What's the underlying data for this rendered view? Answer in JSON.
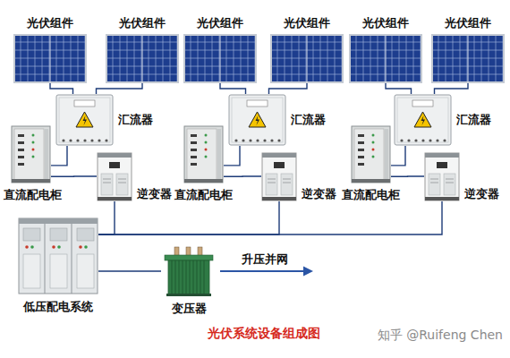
{
  "diagram": {
    "caption": "光伏系统设备组成图",
    "nodes": [
      {
        "text": [
          "光伏组件"
        ]
      },
      {
        "text": [
          "光伏组件"
        ]
      },
      {
        "text": [
          "光伏组件"
        ]
      },
      {
        "text": [
          "光伏组件"
        ]
      },
      {
        "text": [
          "光伏组件"
        ]
      },
      {
        "text": [
          "光伏组件"
        ]
      },
      {
        "text": [
          "汇流器"
        ]
      },
      {
        "text": [
          "汇流器"
        ]
      },
      {
        "text": [
          "汇流器"
        ]
      },
      {
        "text": [
          "直流配电柜"
        ]
      },
      {
        "text": [
          "直流配电柜"
        ]
      },
      {
        "text": [
          "直流配电柜"
        ]
      },
      {
        "text": [
          "逆变器"
        ]
      },
      {
        "text": [
          "逆变器"
        ]
      },
      {
        "text": [
          "逆变器"
        ]
      },
      {
        "text": [
          "低压配电系统"
        ]
      },
      {
        "text": [
          "变压器"
        ]
      }
    ],
    "edges": [
      {
        "from": 0,
        "to": 6,
        "arrow": "none"
      },
      {
        "from": 1,
        "to": 6,
        "arrow": "none"
      },
      {
        "from": 2,
        "to": 7,
        "arrow": "none"
      },
      {
        "from": 3,
        "to": 7,
        "arrow": "none"
      },
      {
        "from": 4,
        "to": 8,
        "arrow": "none"
      },
      {
        "from": 5,
        "to": 8,
        "arrow": "none"
      },
      {
        "from": 6,
        "to": 9,
        "arrow": "none"
      },
      {
        "from": 7,
        "to": 10,
        "arrow": "none"
      },
      {
        "from": 8,
        "to": 11,
        "arrow": "none"
      },
      {
        "from": 9,
        "to": 12,
        "arrow": "none"
      },
      {
        "from": 10,
        "to": 13,
        "arrow": "none"
      },
      {
        "from": 11,
        "to": 14,
        "arrow": "none"
      },
      {
        "from": 12,
        "to": 15,
        "arrow": "none"
      },
      {
        "from": 13,
        "to": 15,
        "arrow": "none"
      },
      {
        "from": 14,
        "to": 15,
        "arrow": "none"
      },
      {
        "from": 15,
        "to": 16,
        "arrow": "none"
      }
    ],
    "labels": [
      "升压并网",
      "知乎 @Ruifeng Chen"
    ]
  }
}
